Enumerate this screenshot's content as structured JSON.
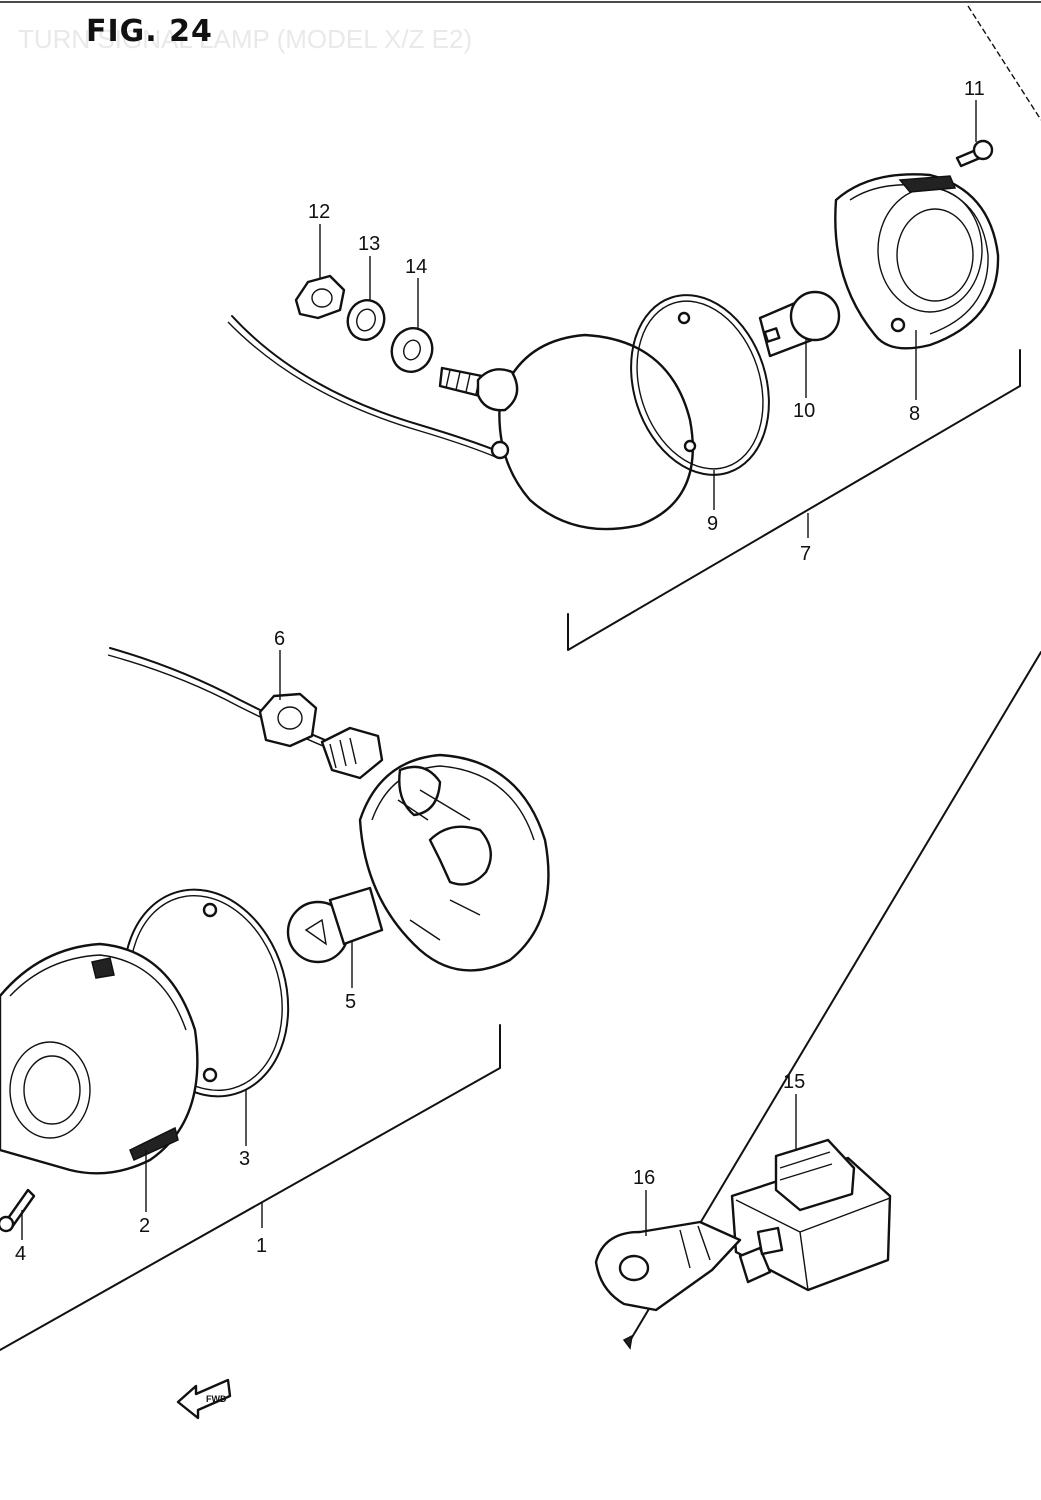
{
  "figure": {
    "title": "FIG. 24",
    "subtitle": "TURN SIGNAL LAMP (MODEL X/Z E2)"
  },
  "callouts": [
    "1",
    "2",
    "3",
    "4",
    "5",
    "6",
    "7",
    "8",
    "9",
    "10",
    "11",
    "12",
    "13",
    "14",
    "15",
    "16"
  ],
  "direction_arrow": {
    "label": "FWD"
  }
}
